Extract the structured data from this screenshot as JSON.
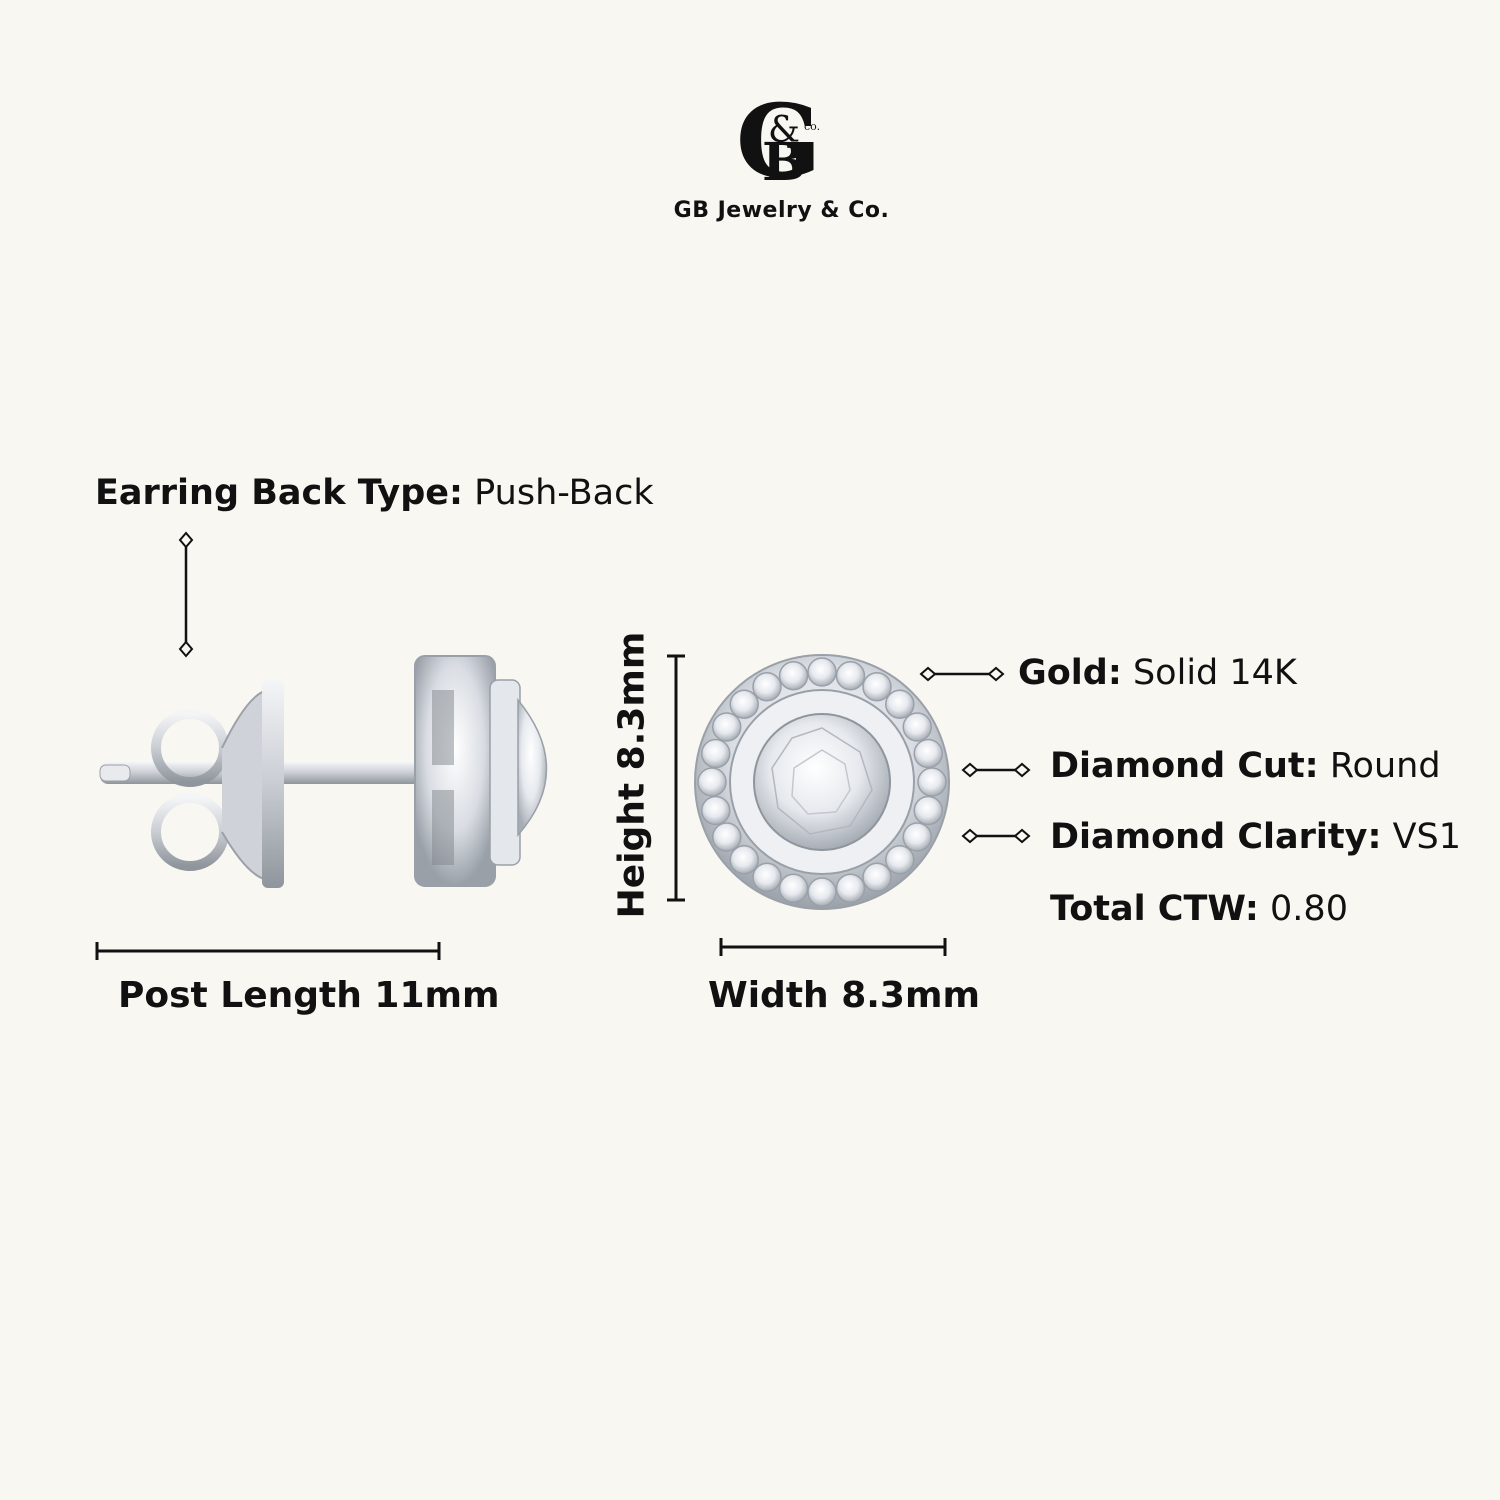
{
  "brand": {
    "name": "GB Jewelry & Co.",
    "logo_letters": "G&B",
    "logo_suffix": "co."
  },
  "specs": {
    "back_type": {
      "label": "Earring Back Type:",
      "value": "Push-Back"
    },
    "gold": {
      "label": "Gold:",
      "value": "Solid 14K"
    },
    "diamond_cut": {
      "label": "Diamond Cut:",
      "value": "Round"
    },
    "diamond_clarity": {
      "label": "Diamond Clarity:",
      "value": "VS1"
    },
    "total_ctw": {
      "label": "Total CTW:",
      "value": "0.80"
    }
  },
  "dimensions": {
    "post_length": "Post Length 11mm",
    "height": "Height 8.3mm",
    "width": "Width 8.3mm"
  },
  "colors": {
    "background": "#f9f7f2",
    "text": "#111111",
    "metal": "#d9dde3"
  }
}
